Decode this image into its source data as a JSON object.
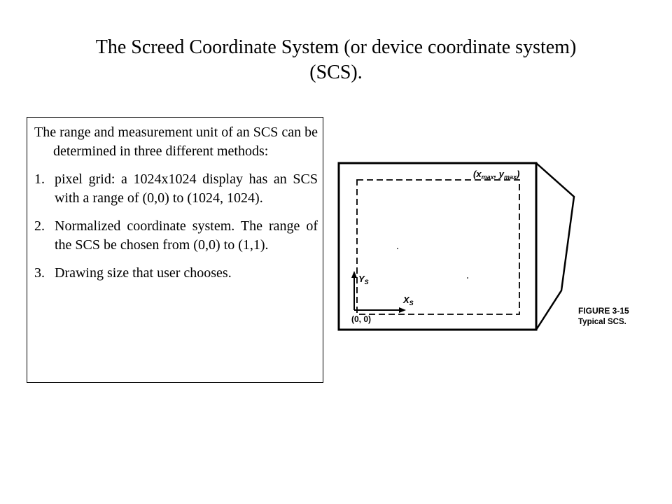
{
  "title": {
    "line1": "The Screed Coordinate System (or device coordinate system)",
    "line2": "(SCS)."
  },
  "description": {
    "intro": "The range and measurement unit of an SCS can be determined in three different methods:",
    "items": [
      {
        "number": "1.",
        "text": "pixel grid: a 1024x1024 display has an SCS with a range of (0,0) to (1024, 1024)."
      },
      {
        "number": "2.",
        "text": "Normalized coordinate system. The range of the SCS be chosen from (0,0) to (1,1)."
      },
      {
        "number": "3.",
        "text": "Drawing size that user chooses."
      }
    ]
  },
  "figure": {
    "max_label": "(x",
    "max_sub": "max",
    "max_sep": ", y",
    "max_sub2": "max",
    "max_close": ")",
    "y_axis_label": "Y",
    "y_axis_sub": "S",
    "x_axis_label": "X",
    "x_axis_sub": "S",
    "origin_label": "(0, 0)",
    "caption_number": "FIGURE 3-15",
    "caption_text": "Typical SCS."
  }
}
